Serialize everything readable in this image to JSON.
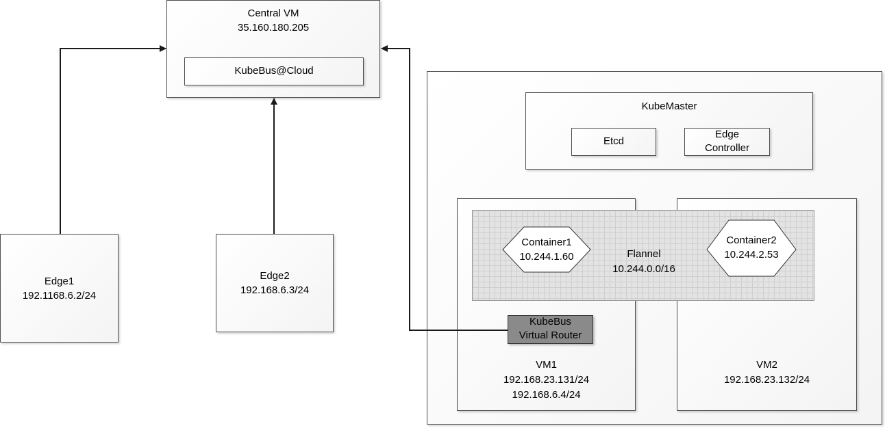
{
  "central_vm": {
    "title": "Central VM",
    "ip": "35.160.180.205",
    "service": "KubeBus@Cloud"
  },
  "edge1": {
    "title": "Edge1",
    "ip": "192.1168.6.2/24"
  },
  "edge2": {
    "title": "Edge2",
    "ip": "192.168.6.3/24"
  },
  "kubemaster": {
    "title": "KubeMaster",
    "etcd": "Etcd",
    "edge_controller_line1": "Edge",
    "edge_controller_line2": "Controller"
  },
  "flannel": {
    "title": "Flannel",
    "subnet": "10.244.0.0/16"
  },
  "container1": {
    "title": "Container1",
    "ip": "10.244.1.60"
  },
  "container2": {
    "title": "Container2",
    "ip": "10.244.2.53"
  },
  "router": {
    "line1": "KubeBus",
    "line2": "Virtual Router"
  },
  "vm1": {
    "title": "VM1",
    "ip1": "192.168.23.131/24",
    "ip2": "192.168.6.4/24"
  },
  "vm2": {
    "title": "VM2",
    "ip": "192.168.23.132/24"
  }
}
